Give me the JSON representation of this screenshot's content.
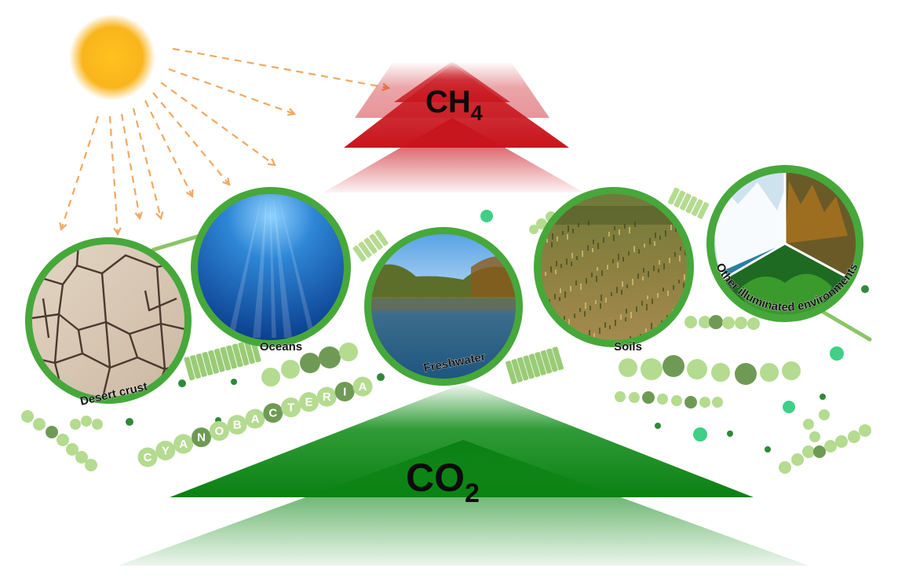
{
  "gases": {
    "ch4": {
      "base": "CH",
      "sub": "4",
      "color": "#c8141c"
    },
    "co2": {
      "base": "CO",
      "sub": "2",
      "color": "#0c8a14"
    }
  },
  "habitats": [
    {
      "id": "desert",
      "label": "Desert crust"
    },
    {
      "id": "oceans",
      "label": "Oceans"
    },
    {
      "id": "freshwater",
      "label": "Freshwater"
    },
    {
      "id": "soils",
      "label": "Soils"
    },
    {
      "id": "other",
      "label": "Other illuminated environments"
    }
  ],
  "cyanobacteria": {
    "letters": [
      "C",
      "Y",
      "A",
      "N",
      "O",
      "B",
      "A",
      "C",
      "T",
      "E",
      "R",
      "I",
      "A"
    ],
    "dark_letter_indices": [
      3,
      7,
      11
    ]
  },
  "colors": {
    "sun": "#f7b81e",
    "sun_rays": "#f0a860",
    "ring": "#46a83a",
    "filament_light": "#b4db90",
    "filament_mid": "#9acb76",
    "filament_dark": "#6f9a55",
    "accent_dot": "#3fcf86"
  }
}
